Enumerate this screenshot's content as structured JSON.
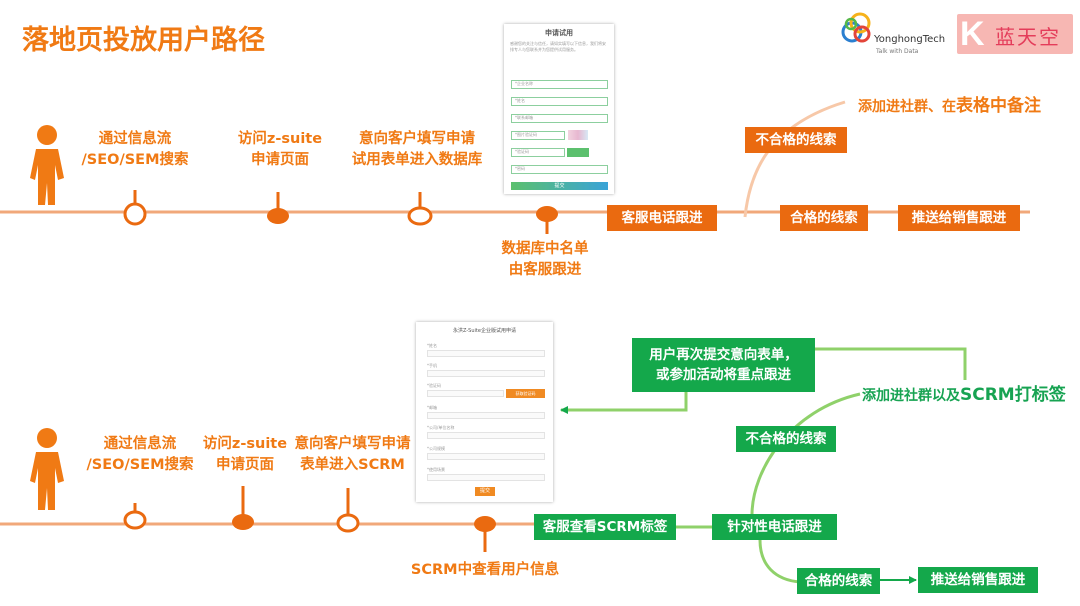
{
  "title": "落地页投放用户路径",
  "logo": {
    "brand": "YonghongTech",
    "tagline": "Talk with Data",
    "partner": "蓝天空",
    "partner_letter": "K"
  },
  "top_flow": {
    "steps": [
      "通过信息流\n/SEO/SEM搜索",
      "访问z-suite\n申请页面",
      "意向客户填写申请\n试用表单进入数据库"
    ],
    "db_label": "数据库中名单\n由客服跟进",
    "phone_box": "客服电话跟进",
    "unqualified": "不合格的线索",
    "unqualified_note_prefix": "添加进社群、在",
    "unqualified_note_big": "表格中备注",
    "qualified": "合格的线索",
    "push_sales": "推送给销售跟进",
    "form": {
      "title": "申请试用",
      "desc": "感谢您的关注与信任，请如实填写以下信息，我们将安排专人与您联系并为您提供试用服务。",
      "fields": [
        "*企业名称",
        "*姓名",
        "*联系邮箱",
        "*图片验证码",
        "*验证码",
        "*密码"
      ],
      "submit": "提交"
    }
  },
  "bottom_flow": {
    "steps": [
      "通过信息流\n/SEO/SEM搜索",
      "访问z-suite\n申请页面",
      "意向客户填写申请\n表单进入SCRM"
    ],
    "scrm_label": "SCRM中查看用户信息",
    "tag_box": "客服查看SCRM标签",
    "targeted_call": "针对性电话跟进",
    "unqualified": "不合格的线索",
    "unqualified_note_prefix": "添加进社群以及",
    "unqualified_note_big": "SCRM打标签",
    "qualified": "合格的线索",
    "push_sales": "推送给销售跟进",
    "resubmit": "用户再次提交意向表单，\n或参加活动将重点跟进",
    "form": {
      "title": "永洪Z-Suite企业版试用申请",
      "fields": [
        "*姓名",
        "*手机",
        "*验证码",
        "*邮箱",
        "*公司/单位名称",
        "*公司规模",
        "*使用场景"
      ],
      "code_button": "获取验证码",
      "submit": "提交"
    }
  },
  "colors": {
    "orange": "#f07a14",
    "orange_box": "#ea6a10",
    "green": "#14a84b",
    "line_orange": "#f1a87a",
    "line_green": "#8fd16a"
  },
  "icons": [
    "person-icon",
    "pin-icon",
    "arrow-icon",
    "logo-rings-icon"
  ]
}
